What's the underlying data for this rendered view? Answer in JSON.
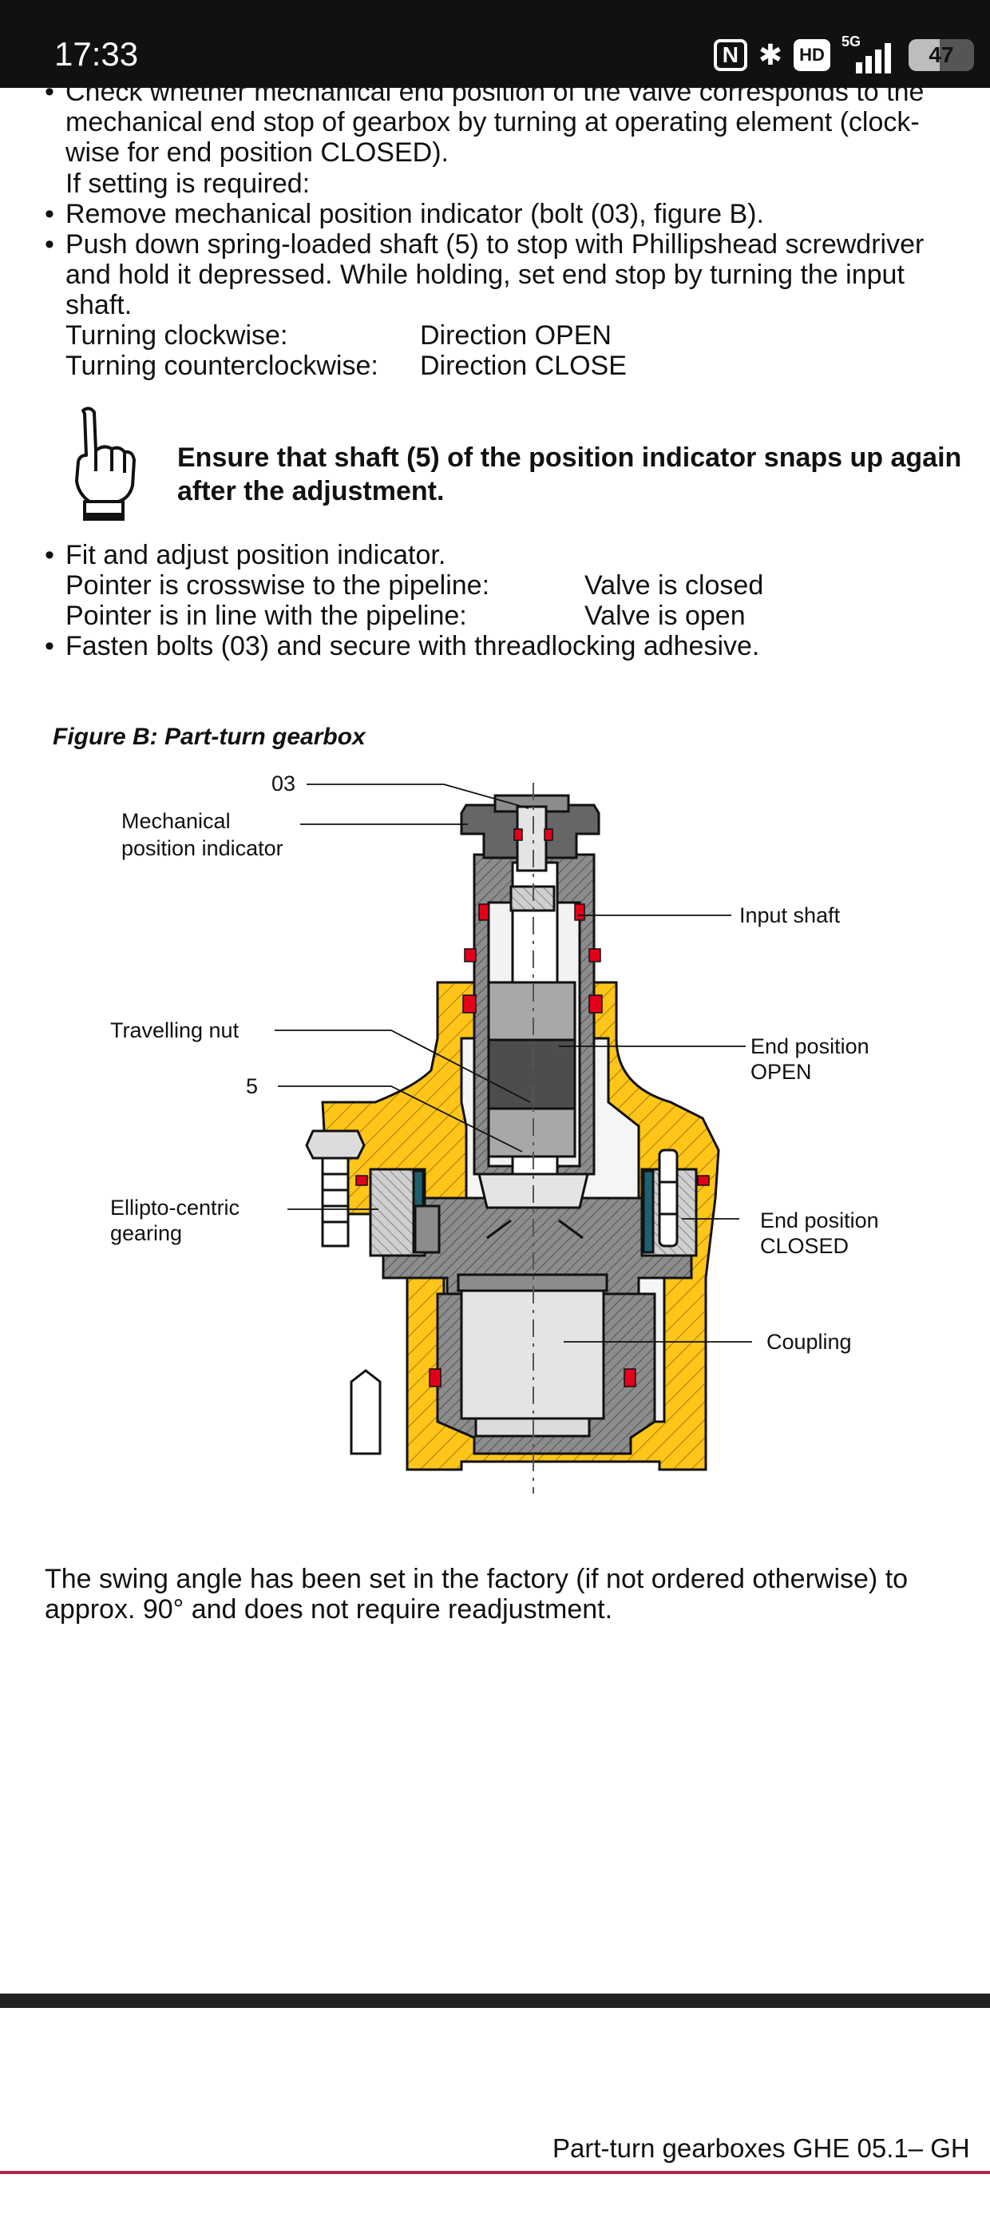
{
  "status_bar": {
    "time": "17:33",
    "icons": [
      "nfc-icon",
      "bluetooth-icon",
      "hd-icon",
      "signal-5g-icon",
      "battery-icon"
    ],
    "hd_label": "HD",
    "network_label": "5G",
    "battery_level": "47",
    "battery_fraction": 0.47
  },
  "steps": {
    "check_line1": "Check whether mechanical end position of the valve corresponds to the",
    "check_line2": "mechanical end stop of gearbox by turning at operating element (clock-",
    "check_line3": "wise for end position CLOSED).",
    "if_setting": "If setting is required:",
    "remove": "Remove mechanical position indicator (bolt (03), figure B).",
    "push_line1": "Push down spring-loaded shaft (5) to stop with Phillipshead screwdriver",
    "push_line2": "and hold it depressed. While holding, set end stop by turning the input",
    "push_line3": "shaft.",
    "turn_cw": "Turning clockwise:",
    "dir_open": "Direction OPEN",
    "turn_ccw": "Turning counterclockwise:",
    "dir_close": "Direction CLOSE"
  },
  "note": {
    "icon": "pointing-hand-icon",
    "line1": "Ensure that shaft (5) of the position indicator snaps up again",
    "line2": "after the adjustment."
  },
  "steps2": {
    "fit": "Fit and adjust position indicator.",
    "pointer_cross": "Pointer is crosswise to the pipeline:",
    "valve_closed": "Valve is closed",
    "pointer_inline": "Pointer is in line with the pipeline:",
    "valve_open": "Valve is open",
    "fasten": "Fasten bolts (03) and secure with threadlocking adhesive."
  },
  "figure": {
    "title": "Figure B: Part-turn gearbox",
    "labels": {
      "n03": "03",
      "mech1": "Mechanical",
      "mech2": "position indicator",
      "input_shaft": "Input shaft",
      "travelling_nut": "Travelling nut",
      "n5": "5",
      "end_open1": "End position",
      "end_open2": "OPEN",
      "ellipto1": "Ellipto-centric",
      "ellipto2": "gearing",
      "end_closed1": "End position",
      "end_closed2": "CLOSED",
      "coupling": "Coupling"
    },
    "colors": {
      "housing": "#ffc519",
      "steel": "#8c8c8c",
      "light": "#e4e4e4",
      "seal": "#e3001b"
    }
  },
  "swing": {
    "line1": "The swing angle has been set in the factory (if not ordered otherwise) to",
    "line2": "approx. 90° and does not require readjustment."
  },
  "footer": {
    "text": "Part-turn gearboxes GHE 05.1– GH",
    "accent_color": "#b3264a"
  }
}
